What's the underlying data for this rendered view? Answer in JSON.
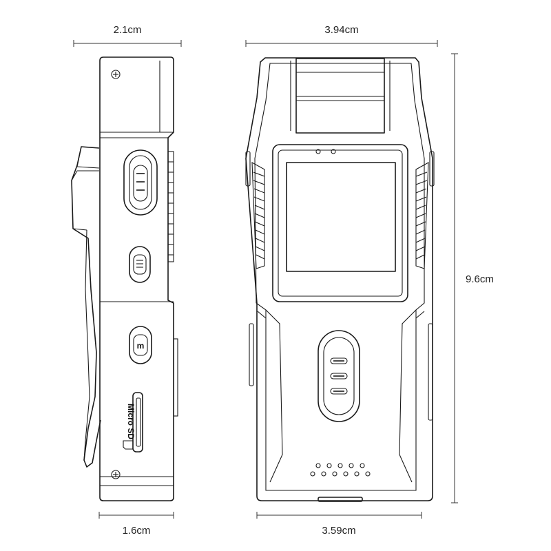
{
  "dimensions": {
    "side_width_top": "2.1cm",
    "side_width_bottom": "1.6cm",
    "front_width_top": "3.94cm",
    "front_width_bottom": "3.59cm",
    "height": "9.6cm"
  },
  "side_view": {
    "slot_label": "Micro SD",
    "menu_button_glyph": "m"
  },
  "colors": {
    "line": "#1a1a1a",
    "background": "#ffffff"
  }
}
